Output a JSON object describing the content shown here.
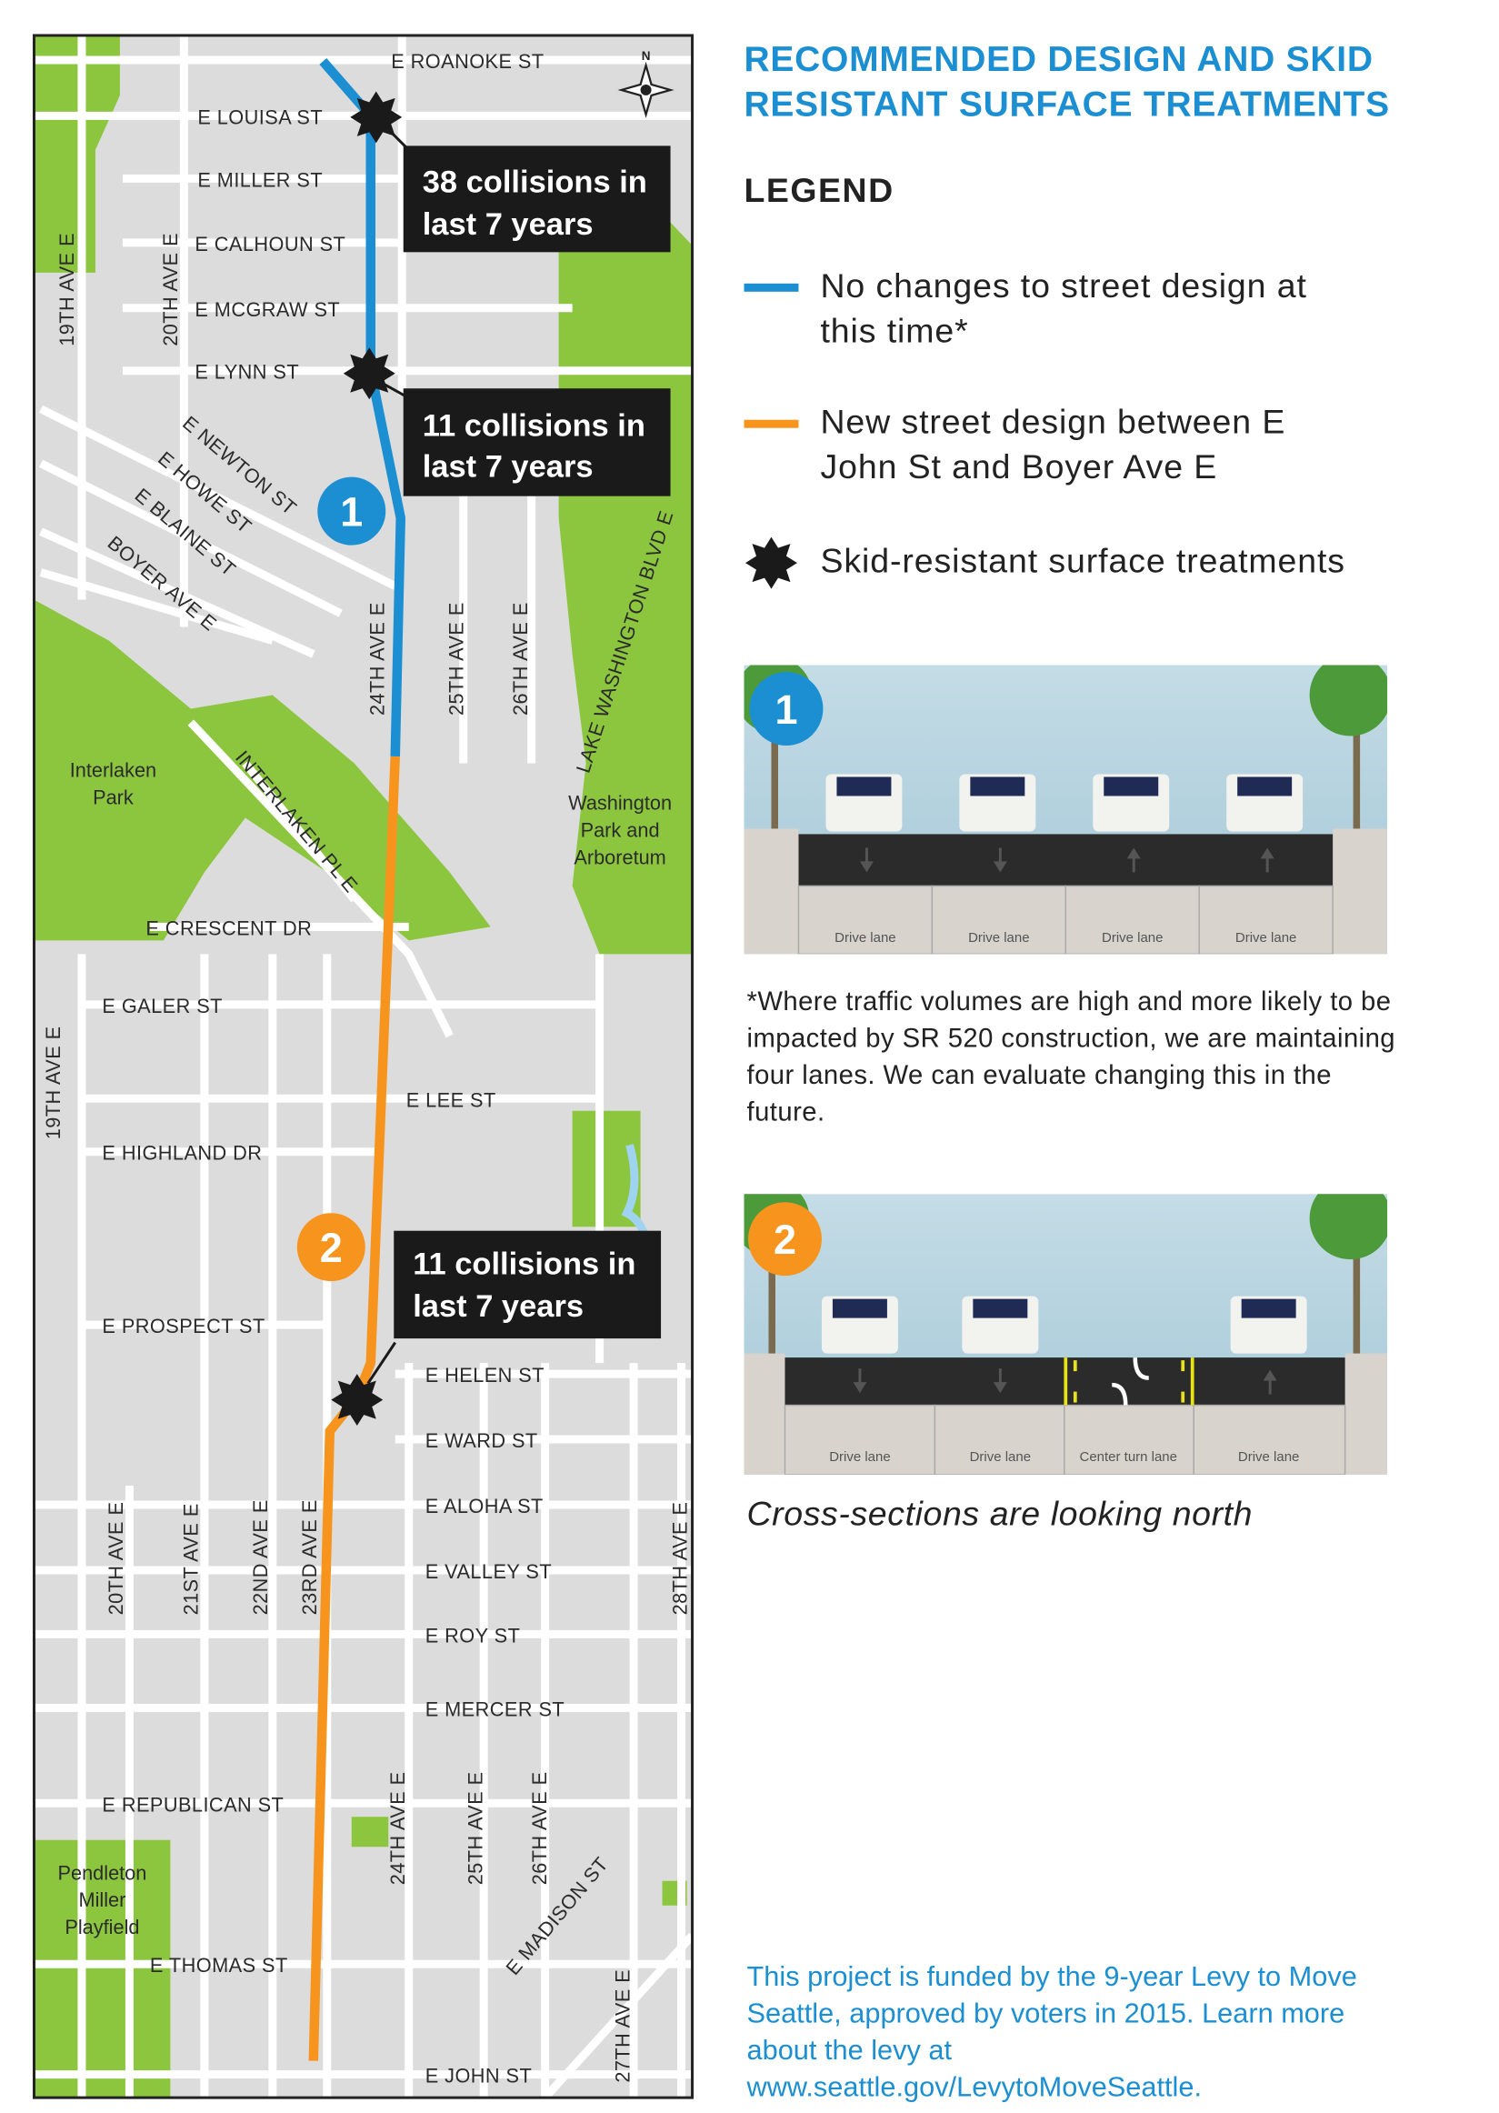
{
  "title_line1": "RECOMMENDED DESIGN AND SKID",
  "title_line2": "RESISTANT SURFACE TREATMENTS",
  "legend": {
    "heading": "LEGEND",
    "items": [
      {
        "label": "No changes to street design at this time*",
        "color": "#1b8fd2",
        "icon": "blue-line"
      },
      {
        "label": "New street design between E John St and Boyer Ave E",
        "color": "#f7941d",
        "icon": "orange-line"
      },
      {
        "label": "Skid-resistant surface treatments",
        "color": "#1a1a1a",
        "icon": "starburst-icon"
      }
    ]
  },
  "cross_section_1": {
    "badge": "1",
    "lanes": [
      "Drive lane",
      "Drive lane",
      "Drive lane",
      "Drive lane"
    ]
  },
  "cross_section_2": {
    "badge": "2",
    "lanes": [
      "Drive lane",
      "Drive lane",
      "Center turn lane",
      "Drive lane"
    ]
  },
  "footnote": "*Where traffic volumes are high and more likely to be impacted by SR 520 construction, we are maintaining four lanes. We can evaluate changing this in the future.",
  "caption": "Cross-sections are looking north",
  "funding": "This project is funded by the 9-year Levy to Move Seattle, approved by voters in 2015. Learn more about the levy at www.seattle.gov/LevytoMoveSeattle.",
  "map": {
    "north": "N",
    "callouts": [
      {
        "line1": "38 collisions in",
        "line2": "last 7 years"
      },
      {
        "line1": "11 collisions in",
        "line2": "last 7 years"
      },
      {
        "line1": "11 collisions in",
        "line2": "last 7 years"
      }
    ],
    "badges": [
      "1",
      "2"
    ],
    "streets": {
      "roanoke": "E ROANOKE ST",
      "louisa": "E LOUISA ST",
      "miller": "E MILLER ST",
      "calhoun": "E CALHOUN ST",
      "mcgraw": "E MCGRAW ST",
      "lynn": "E LYNN ST",
      "newton": "E NEWTON ST",
      "howe": "E HOWE ST",
      "blaine": "E BLAINE ST",
      "boyer": "BOYER AVE E",
      "ave19_top": "19TH AVE E",
      "ave20_top": "20TH AVE E",
      "ave24_top": "24TH AVE E",
      "ave25_top": "25TH AVE E",
      "ave26_top": "26TH AVE E",
      "lake_wa": "LAKE WASHINGTON BLVD E",
      "interlaken_pl": "INTERLAKEN PL E",
      "crescent": "E CRESCENT DR",
      "galer": "E GALER ST",
      "ave19_mid": "19TH AVE E",
      "lee": "E LEE ST",
      "highland": "E HIGHLAND DR",
      "prospect": "E PROSPECT ST",
      "helen": "E HELEN ST",
      "ward": "E WARD ST",
      "aloha": "E ALOHA ST",
      "valley": "E VALLEY ST",
      "roy": "E ROY ST",
      "mercer": "E MERCER ST",
      "republican": "E REPUBLICAN ST",
      "thomas": "E THOMAS ST",
      "john": "E JOHN ST",
      "madison": "E MADISON ST",
      "ave20_bot": "20TH AVE E",
      "ave21_bot": "21ST AVE E",
      "ave22_bot": "22ND AVE E",
      "ave23_bot": "23RD AVE E",
      "ave28_bot": "28TH AVE E",
      "ave24_bot": "24TH AVE E",
      "ave25_bot": "25TH AVE E",
      "ave26_bot": "26TH AVE E",
      "ave27_bot": "27TH AVE E"
    },
    "parks": {
      "interlaken": [
        "Interlaken",
        "Park"
      ],
      "arboretum": [
        "Washington",
        "Park and",
        "Arboretum"
      ],
      "pendleton": [
        "Pendleton",
        "Miller",
        "Playfield"
      ]
    }
  }
}
